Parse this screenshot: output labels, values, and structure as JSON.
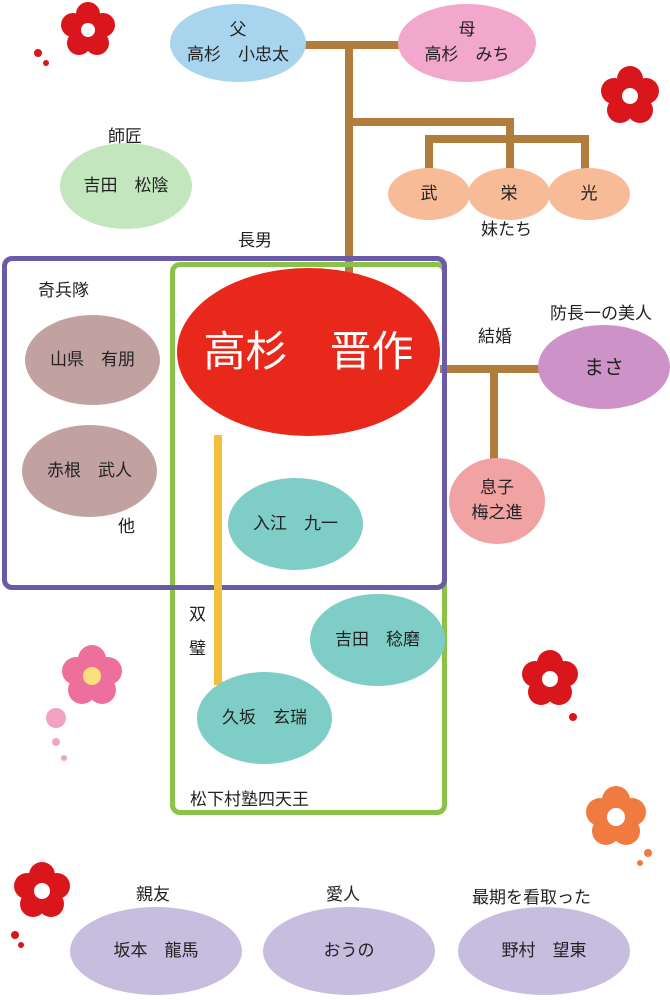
{
  "father": {
    "role": "父",
    "name": "高杉　小忠太"
  },
  "mother": {
    "role": "母",
    "name": "高杉　みち"
  },
  "teacher": {
    "role": "師匠",
    "name": "吉田　松陰"
  },
  "sisters": {
    "names": [
      "武",
      "栄",
      "光"
    ],
    "label": "妹たち"
  },
  "eldest_son_label": "長男",
  "main_person": "高杉　晋作",
  "kiheitai": {
    "label": "奇兵隊",
    "members": [
      "山県　有朋",
      "赤根　武人"
    ],
    "etc": "他"
  },
  "marriage": {
    "label": "結婚",
    "wife_caption": "防長一の美人",
    "wife": "まさ"
  },
  "son": {
    "line1": "息子",
    "line2": "梅之進"
  },
  "shitennou": {
    "label": "松下村塾四天王",
    "members": [
      "入江　九一",
      "吉田　稔磨",
      "久坂　玄瑞"
    ],
    "souheki": [
      "双",
      "璧"
    ]
  },
  "bottom": [
    {
      "caption": "親友",
      "name": "坂本　龍馬"
    },
    {
      "caption": "愛人",
      "name": "おうの"
    },
    {
      "caption": "最期を看取った",
      "name": "野村　望東"
    }
  ],
  "colors": {
    "family_line": "#b07d3c",
    "kiheitai_box": "#6a5aa8",
    "shitennou_box": "#8bc34a",
    "souheki_line": "#f2bf3e",
    "main": "#e8281b",
    "father": "#a8d4ee",
    "mother": "#f2a7cc",
    "teacher": "#c3e6be",
    "sisters": "#f7bb97",
    "kiheitai_members": "#c2a2a0",
    "wife": "#cd93c8",
    "son": "#f1a3a3",
    "shitennou_members": "#7ecdc7",
    "bottom": "#c6bddf"
  }
}
